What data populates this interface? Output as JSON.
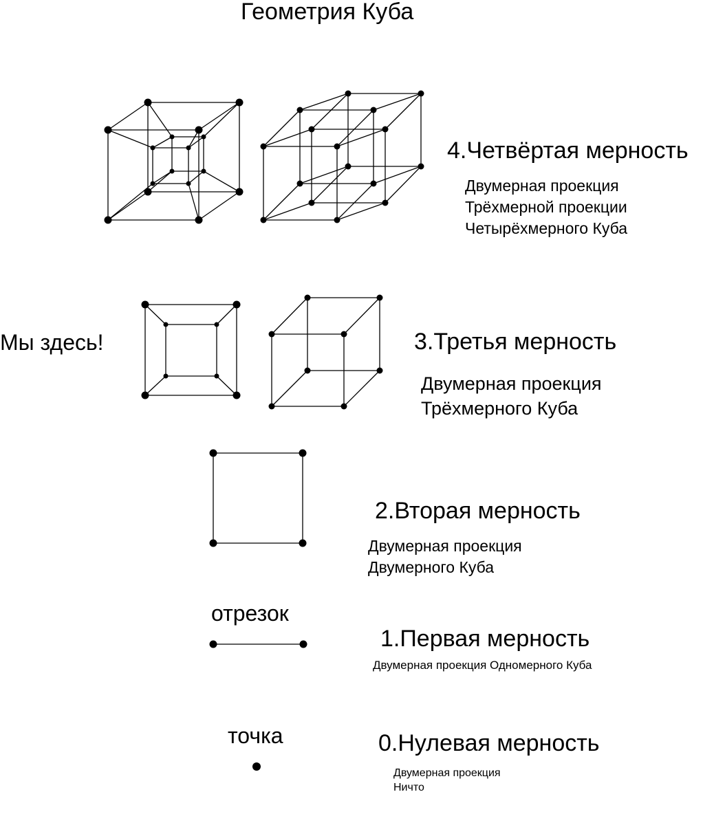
{
  "title": "Геометрия Куба",
  "we_are_here": "Мы здесь!",
  "dimensions": [
    {
      "heading": "4.Четвёртая мерность",
      "lines": [
        "Двумерная проекция",
        "Трёхмерной проекции",
        "Четырёхмерного Куба"
      ]
    },
    {
      "heading": "3.Третья мерность",
      "lines": [
        "Двумерная проекция",
        "Трёхмерного Куба"
      ]
    },
    {
      "heading": "2.Вторая мерность",
      "lines": [
        "Двумерная проекция",
        "Двумерного Куба"
      ]
    },
    {
      "heading": "1.Первая мерность",
      "lines": [
        "Двумерная проекция Одномерного Куба"
      ]
    },
    {
      "heading": "0.Нулевая мерность",
      "lines": [
        "Двумерная проекция",
        "Ничто"
      ]
    }
  ],
  "figure_labels": {
    "segment": "отрезок",
    "point": "точка"
  },
  "colors": {
    "ink": "#000000",
    "background": "#ffffff"
  }
}
